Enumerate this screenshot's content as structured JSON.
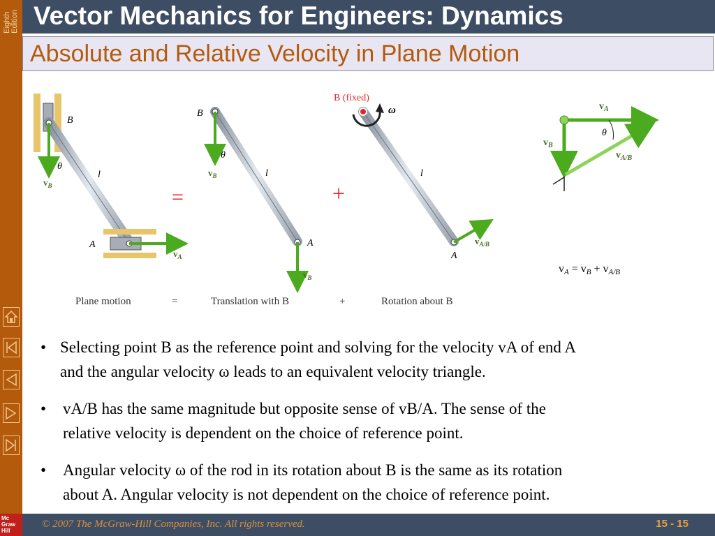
{
  "sidebar": {
    "edition": [
      "Eighth",
      "Edition"
    ],
    "publisher_logo": [
      "Mc",
      "Graw",
      "Hill"
    ],
    "nav": [
      {
        "name": "home-icon"
      },
      {
        "name": "first-slide-icon"
      },
      {
        "name": "previous-slide-icon"
      },
      {
        "name": "next-slide-icon"
      },
      {
        "name": "last-slide-icon"
      }
    ]
  },
  "header": {
    "title": "Vector Mechanics for Engineers: Dynamics",
    "subtitle": "Absolute and Relative Velocity in Plane Motion"
  },
  "figure": {
    "point_b": "B",
    "point_a": "A",
    "length": "l",
    "theta": "θ",
    "omega": "ω",
    "b_fixed": "B (fixed)",
    "v": "v",
    "sub_a": "A",
    "sub_b": "B",
    "sub_ab": "A/B",
    "equals": "=",
    "plus": "+",
    "captions": {
      "plane_motion": "Plane motion",
      "eq": "=",
      "translation": "Translation with B",
      "plus": "+",
      "rotation": "Rotation about B"
    },
    "equation": "vA = vB + vA/B"
  },
  "bullets": {
    "b1_line1": "Selecting point B as the reference point and solving for the velocity vA of end A",
    "b1_line2": "and the angular velocity ω leads to an equivalent velocity triangle.",
    "b2_line1": "vA/B has the same magnitude but opposite sense of vB/A.  The sense of the",
    "b2_line2": "relative velocity is dependent on the choice of reference point.",
    "b3_line1": "Angular velocity ω of the rod in its rotation about B is the same as its rotation",
    "b3_line2": "about A.  Angular velocity is not dependent on the choice of reference point."
  },
  "footer": {
    "copyright": "© 2007 The McGraw-Hill Companies, Inc. All rights reserved.",
    "page": "15 - 15"
  },
  "colors": {
    "sidebar": "#b35a0c",
    "titlebar": "#3d4d64",
    "subtitle": "#b35a0c",
    "arrow_green": "#4caa1e",
    "operator_red": "#e0262a"
  }
}
